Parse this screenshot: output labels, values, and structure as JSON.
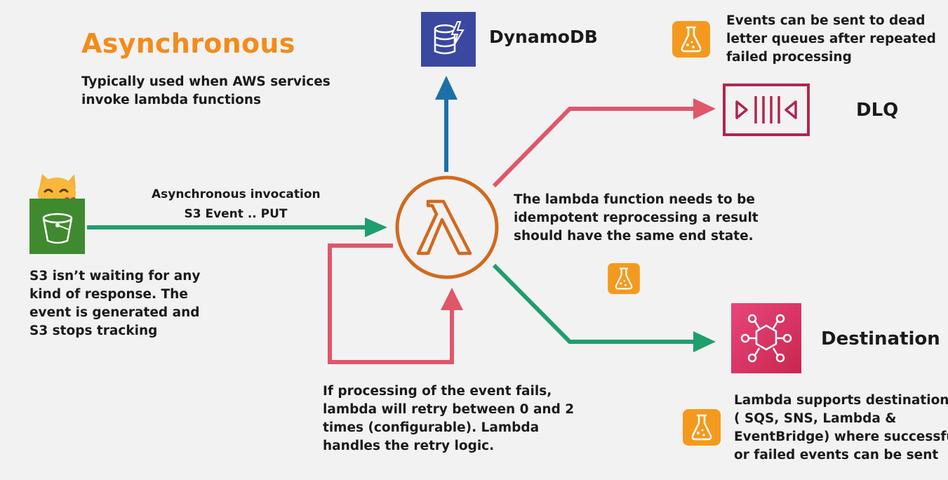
{
  "title": "Asynchronous",
  "subtitle_lines": [
    "Typically used when AWS services",
    "invoke lambda functions"
  ],
  "invocation": {
    "line1": "Asynchronous invocation",
    "line2": "S3 Event .. PUT"
  },
  "s3_note_lines": [
    "S3 isn’t waiting for any",
    "kind of response. The",
    "event is generated and",
    "S3 stops tracking"
  ],
  "dynamodb_label": "DynamoDB",
  "dlq_label": "DLQ",
  "destination_label": "Destination",
  "dlq_note_lines": [
    "Events can be sent to dead",
    "letter queues after repeated",
    "failed processing"
  ],
  "idempotent_note_lines": [
    "The lambda function needs to be",
    "idempotent reprocessing a result",
    "should have the same end state."
  ],
  "retry_note_lines": [
    "If processing of the event fails,",
    "lambda will retry between 0 and 2",
    "times (configurable). Lambda",
    "handles the retry logic."
  ],
  "destinations_note_lines": [
    "Lambda supports destinations",
    "( SQS, SNS, Lambda &",
    "EventBridge) where successful",
    "or failed events can be sent"
  ],
  "colors": {
    "title_orange": "#f28c1c",
    "success_green": "#1f9e6e",
    "failure_red": "#e0566a",
    "dynamo_arrow_blue": "#1e6fa8",
    "lambda_orange": "#d2691e",
    "s3_green": "#3f8a2f",
    "dynamo_navy": "#3b48a0",
    "dlq_magenta": "#b0264f",
    "eventbridge_pink": "#d63a6a",
    "note_icon_orange": "#f39a1e"
  },
  "icons": {
    "s3": "s3-bucket-icon",
    "dynamodb": "dynamodb-icon",
    "lambda": "lambda-icon",
    "dlq": "sqs-queue-icon",
    "destination": "eventbridge-icon",
    "note": "flask-icon",
    "emoji": "cat-kiss-emoji"
  }
}
